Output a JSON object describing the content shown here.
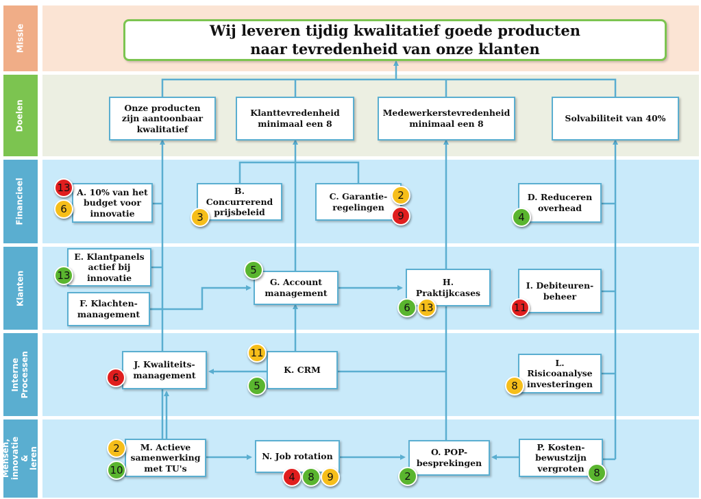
{
  "colors": {
    "mission_label": "#f0ad87",
    "mission_bg": "#fbe4d4",
    "goals_label": "#7cc450",
    "goals_bg": "#ecefe2",
    "lane_label": "#5aaed0",
    "lane_bg": "#c9eafa",
    "line": "#5aaed0",
    "red": "#e01e1e",
    "yellow": "#f6be1a",
    "green": "#5ab52f"
  },
  "bands": {
    "missie": "Missie",
    "doelen": "Doelen",
    "financieel": "Financieel",
    "klanten": "Klanten",
    "interne_processen": "Interne\nProcessen",
    "mensen": "Mensen,\ninnovatie &\nleren"
  },
  "mission": "Wij leveren tijdig kwalitatief goede producten\nnaar tevredenheid van onze klanten",
  "goals": {
    "g1": "Onze producten\nzijn aantoonbaar\nkwalitatief",
    "g2": "Klanttevredenheid\nminimaal een 8",
    "g3": "Medewerkerstevredenheid\nminimaal een 8",
    "g4": "Solvabiliteit van 40%"
  },
  "nodes": {
    "A": "A. 10% van het\nbudget voor\ninnovatie",
    "B": "B. Concurrerend\nprijsbeleid",
    "C": "C. Garantie-\nregelingen",
    "D": "D. Reduceren\noverhead",
    "E": "E. Klantpanels\nactief bij\ninnovatie",
    "F": "F. Klachten-\nmanagement",
    "G": "G. Account\nmanagement",
    "H": "H. Praktijkcases",
    "I": "I. Debiteuren-\nbeheer",
    "J": "J. Kwaliteits-\nmanagement",
    "K": "K.  CRM",
    "L": "L. Risicoanalyse\ninvesteringen",
    "M": "M. Actieve\nsamenwerking\nmet TU's",
    "N": "N. Job rotation",
    "O": "O. POP-\nbesprekingen",
    "P": "P. Kosten-\nbewustzijn\nvergroten"
  },
  "badges": {
    "a1": "13",
    "a2": "6",
    "b1": "3",
    "c1": "2",
    "c2": "9",
    "d1": "4",
    "e1": "13",
    "g1": "5",
    "h1": "6",
    "h2": "13",
    "i1": "11",
    "j1": "6",
    "k1": "11",
    "k2": "5",
    "l1": "8",
    "m1": "2",
    "m2": "10",
    "n1": "4",
    "n2": "8",
    "n3": "9",
    "o1": "2",
    "p1": "8"
  }
}
